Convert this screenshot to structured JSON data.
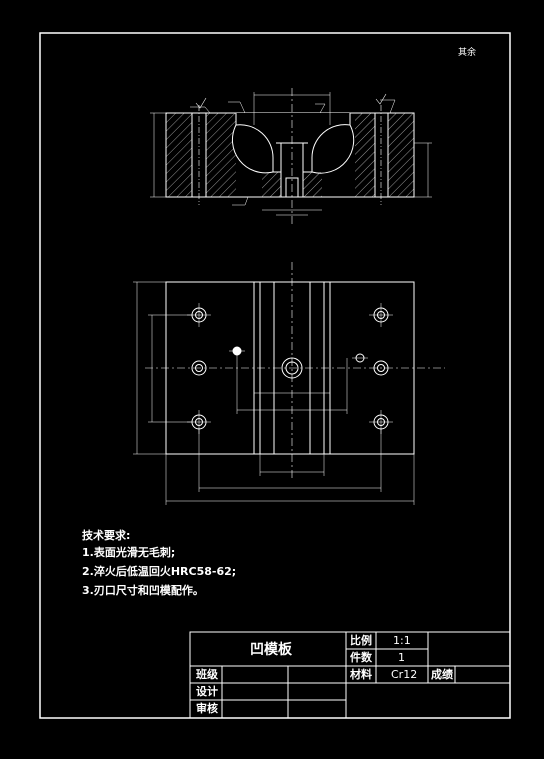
{
  "corner_note": "其余",
  "technical_requirements": {
    "heading": "技术要求:",
    "items": [
      "1.表面光滑无毛刺;",
      "2.淬火后低温回火HRC58-62;",
      "3.刃口尺寸和凹模配作。"
    ]
  },
  "title_block": {
    "part_name": "凹模板",
    "scale_label": "比例",
    "scale_value": "1:1",
    "quantity_label": "件数",
    "quantity_value": "1",
    "material_label": "材料",
    "material_value": "Cr12",
    "grade_label": "成绩",
    "rows": [
      "班级",
      "设计",
      "审核"
    ]
  },
  "colors": {
    "background": "#000000",
    "lines": "#ffffff",
    "centerline": "#ffffff"
  }
}
